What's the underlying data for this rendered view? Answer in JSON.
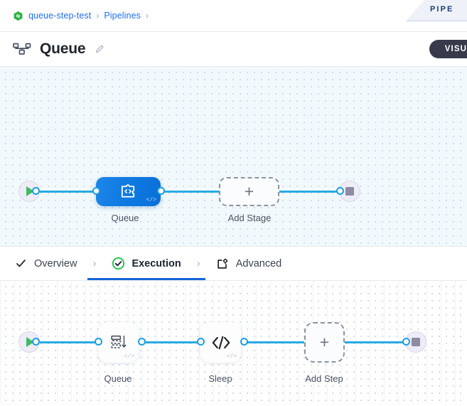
{
  "breadcrumb": {
    "project_icon": "link-hexagon-icon",
    "items": [
      {
        "label": "queue-step-test"
      },
      {
        "label": "Pipelines"
      }
    ],
    "separator": "›"
  },
  "corner_tab": {
    "label": "PIPE"
  },
  "header": {
    "icon": "pipeline-sitemap-icon",
    "title": "Queue",
    "edit_icon": "pencil-icon",
    "visual_button": "VISU"
  },
  "stage_canvas": {
    "start_node": {
      "name": "start-node",
      "icon": "play-icon"
    },
    "end_node": {
      "name": "end-node",
      "icon": "stop-icon"
    },
    "nodes": [
      {
        "label": "Queue",
        "icon": "puzzle-code-icon",
        "badge": "</>",
        "type": "stage"
      },
      {
        "label": "Add Stage",
        "icon": "plus-icon",
        "type": "add"
      }
    ]
  },
  "tabs": [
    {
      "label": "Overview",
      "icon": "check-icon",
      "active": false
    },
    {
      "label": "Execution",
      "icon": "check-circle-icon",
      "active": true
    },
    {
      "label": "Advanced",
      "icon": "settings-frame-icon",
      "active": false
    }
  ],
  "tab_separator": "›",
  "step_canvas": {
    "start_node": {
      "name": "start-node",
      "icon": "play-icon"
    },
    "end_node": {
      "name": "end-node",
      "icon": "stop-icon"
    },
    "nodes": [
      {
        "label": "Queue",
        "icon": "queue-stack-arrow-icon",
        "badge": "</>",
        "type": "step"
      },
      {
        "label": "Sleep",
        "icon": "code-brackets-icon",
        "badge": "</>",
        "type": "step"
      },
      {
        "label": "Add Step",
        "icon": "plus-icon",
        "type": "add"
      }
    ]
  },
  "colors": {
    "edge": "#29abe2",
    "accent_blue": "#1565d8",
    "node_blue": "#0f7ae2",
    "success_green": "#3dbb63",
    "link_blue": "#1d6ff2",
    "dark_pill": "#373a4a"
  }
}
